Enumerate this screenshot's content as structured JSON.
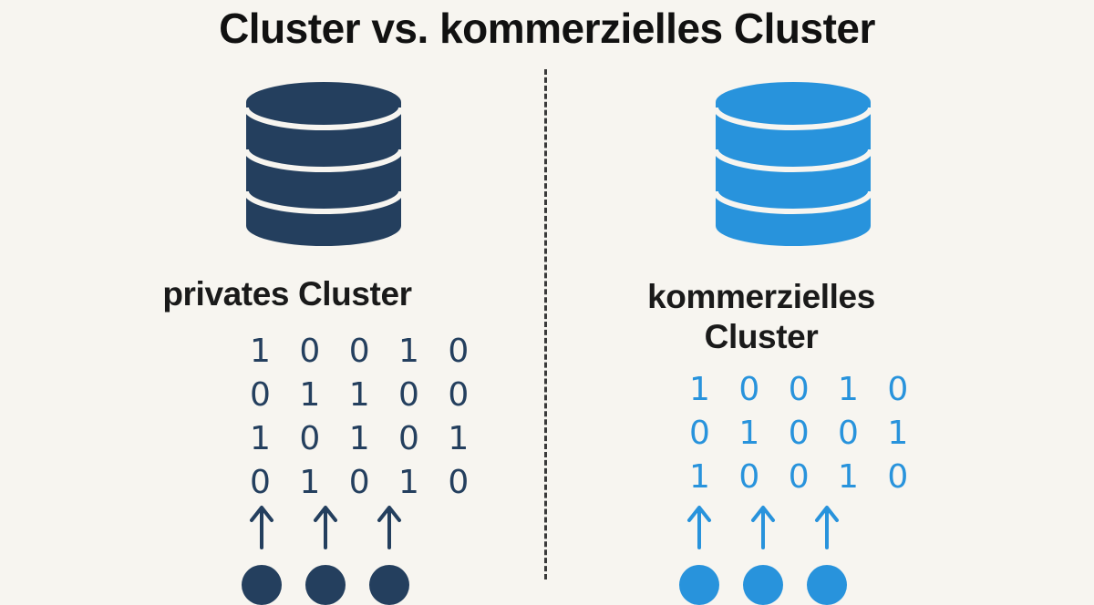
{
  "title": "Cluster vs. kommerzielles Cluster",
  "colors": {
    "private": "#243f5e",
    "commercial": "#2893dc",
    "background": "#f7f5f0"
  },
  "private": {
    "icon": "database-icon",
    "label": "privates Cluster",
    "binary_rows": [
      "1 0 0 1 0",
      "0 1 1 0 0",
      "1 0 1 0 1",
      "0 1 0 1 0"
    ]
  },
  "commercial": {
    "icon": "database-icon",
    "label_lines": [
      "kommerzielles",
      "Cluster"
    ],
    "binary_rows": [
      "1 0 0 1 0",
      "0 1 0 0 1",
      "1 0 0 1 0"
    ]
  }
}
